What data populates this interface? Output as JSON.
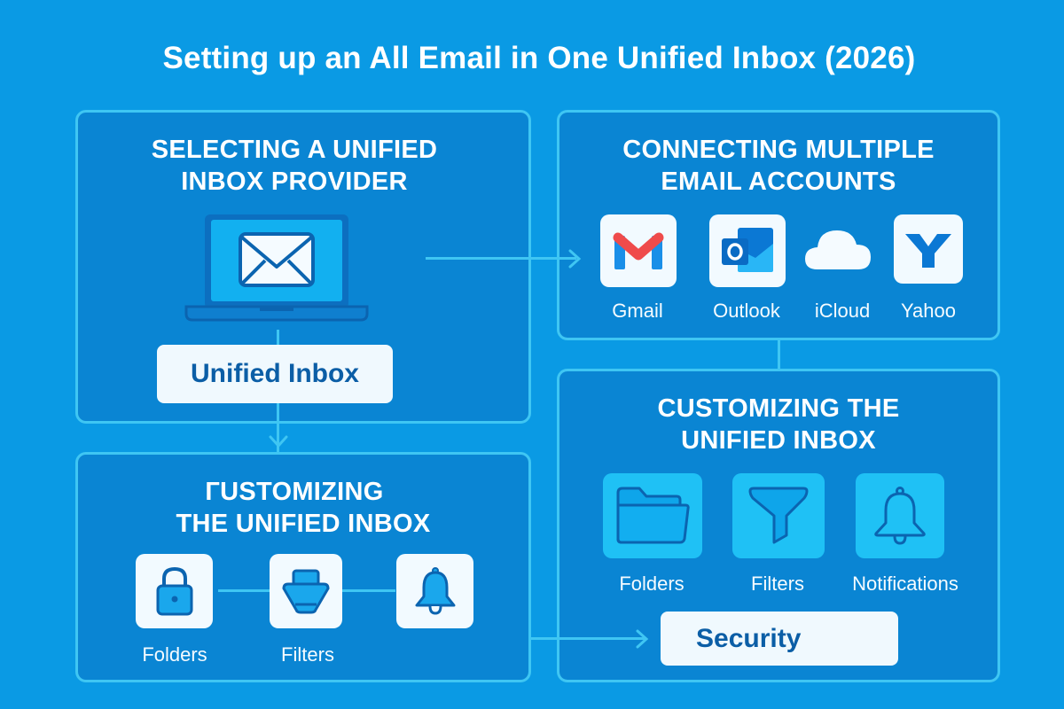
{
  "title": "Setting up an All Email in One Unified Inbox (2026)",
  "colors": {
    "background": "#0a9ae4",
    "panel_fill": "#0a85d3",
    "panel_border": "#3fc6f3",
    "tile_white": "#f2faff",
    "tile_cyan": "#1fc1f5",
    "pill_text": "#0b5ea6",
    "gmail_red": "#ef4b4b",
    "gmail_blue": "#1a8fe8"
  },
  "panels": {
    "provider": {
      "title_line1": "SELECTING A UNIFIED",
      "title_line2": "INBOX PROVIDER",
      "icon": "laptop-envelope-icon",
      "pill": "Unified Inbox"
    },
    "accounts": {
      "title_line1": "CONNECTING MULTIPLE",
      "title_line2": "EMAIL ACCOUNTS",
      "items": [
        {
          "label": "Gmail",
          "icon": "gmail-icon"
        },
        {
          "label": "Outlook",
          "icon": "outlook-icon"
        },
        {
          "label": "iCloud",
          "icon": "cloud-icon"
        },
        {
          "label": "Yahoo",
          "icon": "yahoo-icon"
        }
      ]
    },
    "customize_left": {
      "title_line1": "ГUSTOMIZING",
      "title_line2": "THE UNIFIED INBOX",
      "items": [
        {
          "label": "Folders",
          "icon": "lock-icon"
        },
        {
          "label": "Filters",
          "icon": "filter-icon"
        },
        {
          "label": "",
          "icon": "bell-icon"
        }
      ]
    },
    "customize_right": {
      "title_line1": "CUSTOMIZING THE",
      "title_line2": "UNIFIED INBOX",
      "items": [
        {
          "label": "Folders",
          "icon": "folder-icon"
        },
        {
          "label": "Filters",
          "icon": "funnel-icon"
        },
        {
          "label": "Notifications",
          "icon": "bell-outline-icon"
        }
      ],
      "pill": "Security"
    }
  }
}
